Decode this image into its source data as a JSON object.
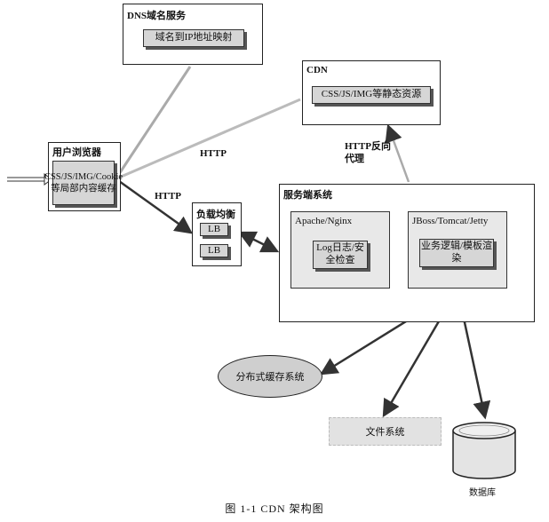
{
  "dns": {
    "title": "DNS域名服务",
    "item": "域名到IP地址映射"
  },
  "cdn": {
    "title": "CDN",
    "item": "CSS/JS/IMG等静态资源"
  },
  "browser": {
    "title": "用户浏览器",
    "item": "CSS/JS/IMG/Cookie等局部内容缓存"
  },
  "lb": {
    "title": "负载均衡",
    "items": [
      "LB",
      "LB"
    ]
  },
  "server": {
    "title": "服务端系统",
    "apache": {
      "title": "Apache/Nginx",
      "item": "Log日志/安全检查"
    },
    "jboss": {
      "title": "JBoss/Tomcat/Jetty",
      "item": "业务逻辑/模板渲染"
    }
  },
  "labels": {
    "http1": "HTTP",
    "http2": "HTTP",
    "reverse_proxy": "HTTP反向代理"
  },
  "cache": "分布式缓存系统",
  "filesystem": "文件系统",
  "database": "数据库",
  "caption": "图 1-1   CDN 架构图"
}
